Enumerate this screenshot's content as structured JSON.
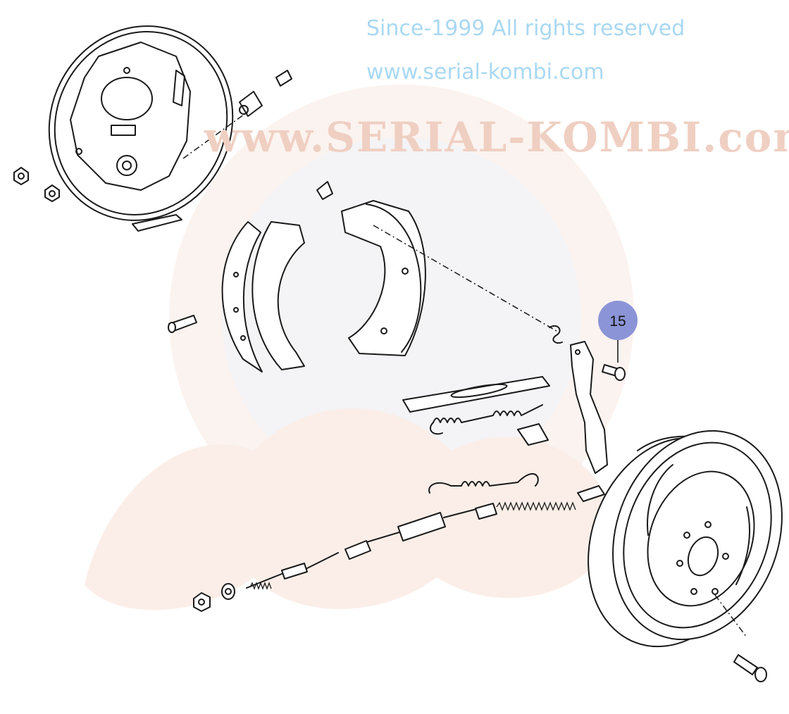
{
  "watermark": {
    "main": "www.SERIAL-KOMBI.com",
    "since": "Since-1999 All rights reserved",
    "small": "www.serial-kombi.com"
  },
  "callouts": [
    {
      "label": "15",
      "color": "#8b94d6"
    }
  ]
}
